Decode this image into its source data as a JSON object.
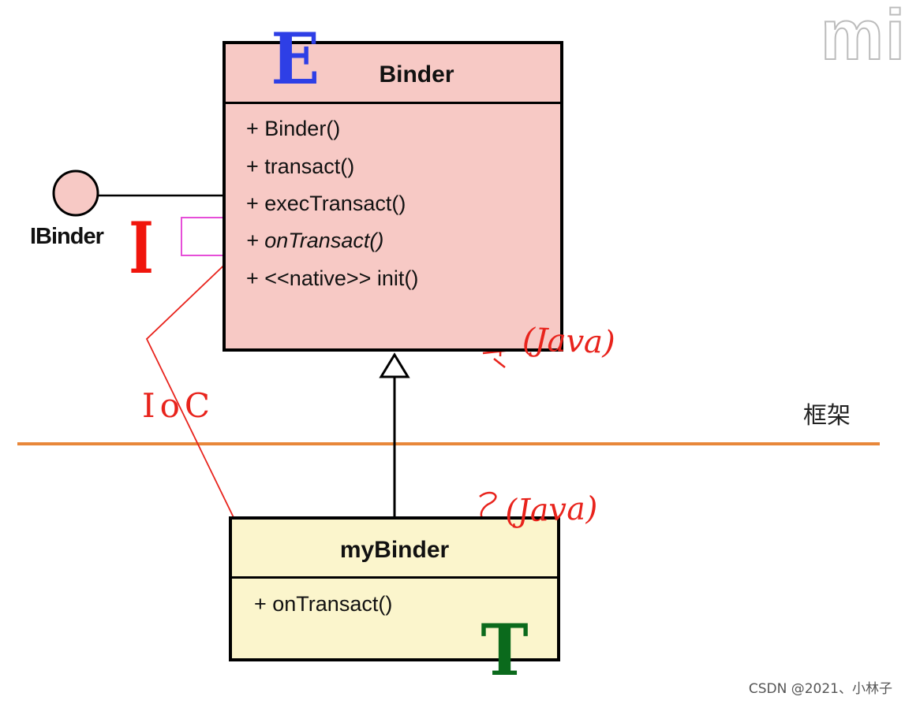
{
  "watermark": "mi",
  "binder": {
    "title": "Binder",
    "members": [
      "+ Binder()",
      "+ transact()",
      "+ execTransact()",
      "+ onTransact()",
      "+ <<native>> init()"
    ]
  },
  "interface": {
    "label": "IBinder"
  },
  "mybinder": {
    "title": "myBinder",
    "members": [
      "+ onTransact()"
    ]
  },
  "letters": {
    "e": "E",
    "i": "I",
    "t": "T"
  },
  "layer_label": "框架",
  "annotations": {
    "ioc": "IoC",
    "java_1": "(Java)",
    "java_2": "(Java)"
  },
  "credit": "CSDN @2021、小林子",
  "colors": {
    "binder_fill": "#f7c9c5",
    "mybinder_fill": "#fbf5cc",
    "divider": "#e8873a",
    "annotation": "#e8231c",
    "highlight": "#e64fd8",
    "letter_e": "#2e3fe6",
    "letter_i": "#f0150c",
    "letter_t": "#0b6a1c"
  }
}
